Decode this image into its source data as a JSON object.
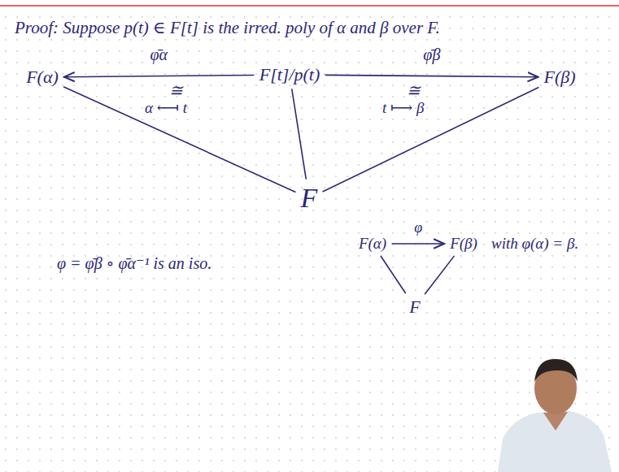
{
  "diagram": {
    "nodes": [
      {
        "text": [
          "F(α)"
        ]
      },
      {
        "text": [
          "F[t]/p(t)"
        ]
      },
      {
        "text": [
          "F(β)"
        ]
      },
      {
        "text": [
          "F"
        ]
      },
      {
        "text": [
          "F(α)"
        ]
      },
      {
        "text": [
          "F(β)"
        ]
      },
      {
        "text": [
          "F"
        ]
      }
    ],
    "edges": [
      {
        "from": 1,
        "to": 0,
        "arrow": "to",
        "label": "φ̄α"
      },
      {
        "from": 1,
        "to": 2,
        "arrow": "to",
        "label": "φ̄β"
      },
      {
        "from": 0,
        "to": 3,
        "arrow": "none"
      },
      {
        "from": 1,
        "to": 3,
        "arrow": "none"
      },
      {
        "from": 2,
        "to": 3,
        "arrow": "none"
      },
      {
        "from": 4,
        "to": 5,
        "arrow": "to",
        "label": "φ"
      },
      {
        "from": 4,
        "to": 6,
        "arrow": "none"
      },
      {
        "from": 5,
        "to": 6,
        "arrow": "none"
      }
    ],
    "labels": [
      "Proof: Suppose p(t) ∈ F[t] is the irred. poly of α and β over F.",
      "≅",
      "α ⟻ t",
      "≅",
      "t ⟼ β",
      "φ = φ̄β ∘ φ̄α⁻¹ is an iso.",
      "with φ(α) = β."
    ]
  }
}
